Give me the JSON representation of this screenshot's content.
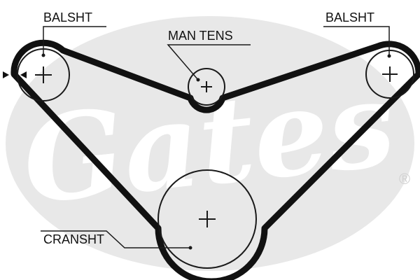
{
  "labels": {
    "balshift_left": "BALSHT",
    "man_tens": "MAN TENS",
    "balshift_right": "BALSHT",
    "crankshaft": "CRANSHT"
  },
  "watermark": {
    "brand": "Gates",
    "registered": "®"
  },
  "colors": {
    "belt": "#111111",
    "pulley": "#1a1a1a",
    "watermark": "#e6e6e6",
    "background": "#ffffff"
  }
}
